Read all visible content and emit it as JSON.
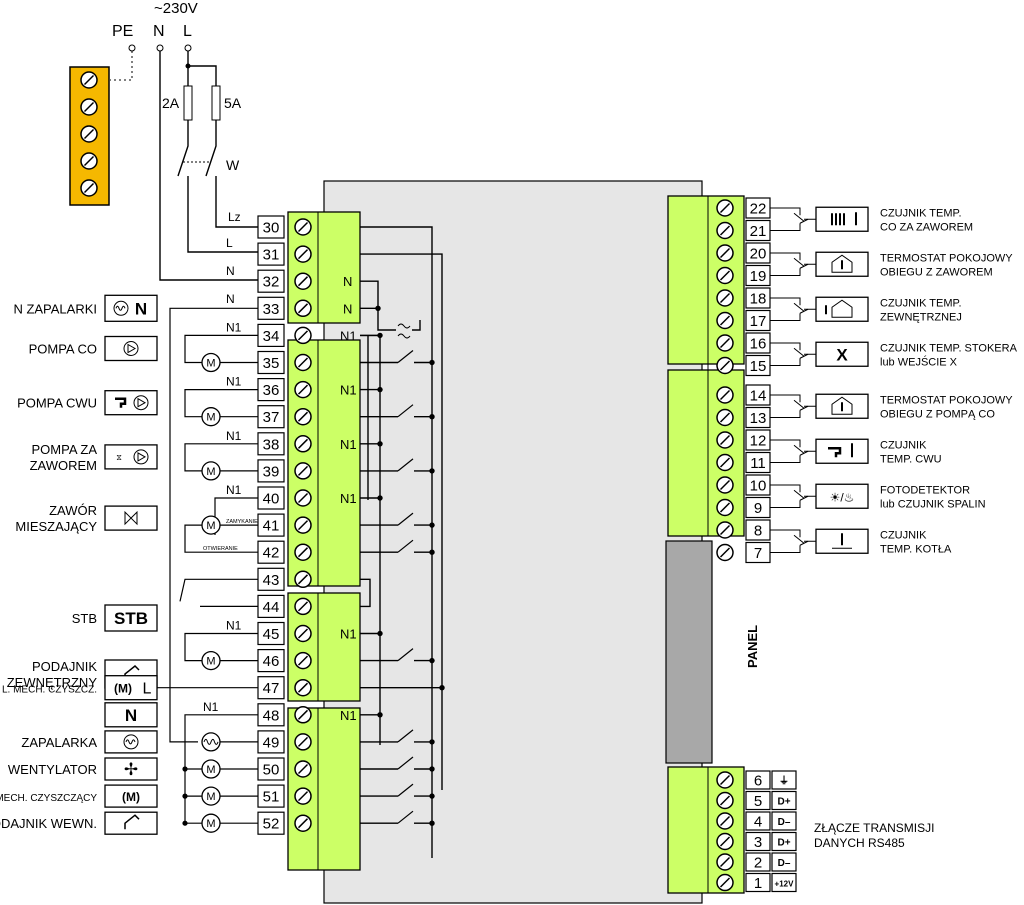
{
  "supply": {
    "voltage": "~230V",
    "pe": "PE",
    "n": "N",
    "l": "L",
    "fuse1": "2A",
    "fuse2": "5A",
    "switch": "W"
  },
  "wire_labels": {
    "lz": "Lz",
    "l": "L",
    "n": "N",
    "n1": "N1",
    "zamykanie": "ZAMYKANIE",
    "otwieranie": "OTWIERANIE"
  },
  "left_terminals": [
    "30",
    "31",
    "32",
    "33",
    "34",
    "35",
    "36",
    "37",
    "38",
    "39",
    "40",
    "41",
    "42",
    "43",
    "44",
    "45",
    "46",
    "47",
    "48",
    "49",
    "50",
    "51",
    "52"
  ],
  "left_devices": [
    {
      "label": "N  ZAPALARKI",
      "symbol": "heater+N",
      "row": 33
    },
    {
      "label": "POMPA CO",
      "symbol": "pump",
      "row": 35
    },
    {
      "label": "POMPA CWU",
      "symbol": "tap+pump",
      "row": 37
    },
    {
      "label": "POMPA ZA|ZAWOREM",
      "symbol": "pump-valve",
      "row": 39
    },
    {
      "label": "ZAWÓR|MIESZAJĄCY",
      "symbol": "valve",
      "row": 41
    },
    {
      "label": "STB",
      "symbol": "STB",
      "row": 43.5
    },
    {
      "label": "PODAJNIK|ZEWNĘTRZNY",
      "symbol": "feeder",
      "row": 46
    },
    {
      "label": "L. MECH. CZYSZCZ.",
      "symbol": "(M) L",
      "row": 47
    },
    {
      "label": "",
      "symbol": "N",
      "row": 48
    },
    {
      "label": "ZAPALARKA",
      "symbol": "heater",
      "row": 49
    },
    {
      "label": "WENTYLATOR",
      "symbol": "fan",
      "row": 50
    },
    {
      "label": "MECH. CZYSZCZĄCY",
      "symbol": "(M)",
      "row": 51
    },
    {
      "label": "PODAJNIK WEWN.",
      "symbol": "feeder-int",
      "row": 52
    }
  ],
  "right_terminals": [
    "22",
    "21",
    "20",
    "19",
    "18",
    "17",
    "16",
    "15",
    "14",
    "13",
    "12",
    "11",
    "10",
    "9",
    "8",
    "7"
  ],
  "right_devices": [
    {
      "label1": "CZUJNIK TEMP.",
      "label2": "CO ZA ZAWOREM",
      "symbol": "radiator-therm"
    },
    {
      "label1": "TERMOSTAT POKOJOWY",
      "label2": "OBIEGU Z ZAWOREM",
      "symbol": "house-therm"
    },
    {
      "label1": "CZUJNIK TEMP.",
      "label2": "ZEWNĘTRZNEJ",
      "symbol": "outside-therm"
    },
    {
      "label1": "CZUJNIK TEMP. STOKERA",
      "label2": "lub WEJŚCIE X",
      "symbol": "X"
    },
    {
      "label1": "TERMOSTAT POKOJOWY",
      "label2": "OBIEGU Z POMPĄ CO",
      "symbol": "house-therm"
    },
    {
      "label1": "CZUJNIK",
      "label2": "TEMP. CWU",
      "symbol": "tap-therm"
    },
    {
      "label1": "FOTODETEKTOR",
      "label2": "lub CZUJNIK SPALIN",
      "symbol": "sun-flame"
    },
    {
      "label1": "CZUJNIK",
      "label2": "TEMP. KOTŁA",
      "symbol": "boiler-therm"
    }
  ],
  "panel_label": "PANEL",
  "rs485_terminals": [
    "6",
    "5",
    "4",
    "3",
    "2",
    "1"
  ],
  "rs485_signals": [
    "⏚",
    "D+",
    "D–",
    "D+",
    "D–",
    "+12V"
  ],
  "rs485_label1": "ZŁĄCZE TRANSMISJI",
  "rs485_label2": "DANYCH RS485",
  "relay_n": "N",
  "relay_n1": "N1",
  "colors": {
    "terminal_green": "#ccff66",
    "ground_bar": "#f5b800",
    "housing": "#e6e6e6",
    "panel_gray": "#a8a8a8"
  }
}
